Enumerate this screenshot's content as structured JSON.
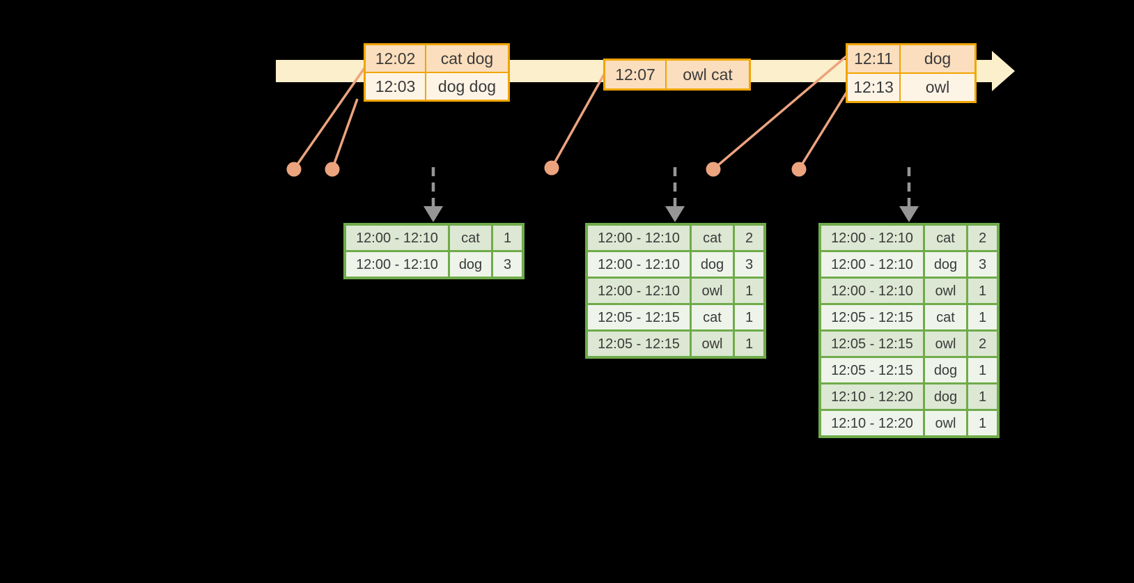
{
  "colors": {
    "background": "#000000",
    "timeline_fill": "#FBF0CB",
    "event_table_border": "#F0A500",
    "event_row_dark": "#FADEBD",
    "event_row_light": "#FEF4E6",
    "marker": "#ECA47E",
    "result_table_border": "#6FAB4A",
    "result_row_dark": "#DCE8D3",
    "result_row_light": "#EFF4EB",
    "trigger_arrow": "#969696",
    "text": "#3A3A3A"
  },
  "event_tables": [
    {
      "rows": [
        {
          "time": "12:02",
          "words": "cat dog"
        },
        {
          "time": "12:03",
          "words": "dog dog"
        }
      ]
    },
    {
      "rows": [
        {
          "time": "12:07",
          "words": "owl cat"
        }
      ]
    },
    {
      "rows": [
        {
          "time": "12:11",
          "words": "dog"
        },
        {
          "time": "12:13",
          "words": "owl"
        }
      ]
    }
  ],
  "result_tables": [
    {
      "rows": [
        {
          "window": "12:00 - 12:10",
          "word": "cat",
          "count": "1"
        },
        {
          "window": "12:00 - 12:10",
          "word": "dog",
          "count": "3"
        }
      ]
    },
    {
      "rows": [
        {
          "window": "12:00 - 12:10",
          "word": "cat",
          "count": "2"
        },
        {
          "window": "12:00 - 12:10",
          "word": "dog",
          "count": "3"
        },
        {
          "window": "12:00 - 12:10",
          "word": "owl",
          "count": "1"
        },
        {
          "window": "12:05 - 12:15",
          "word": "cat",
          "count": "1"
        },
        {
          "window": "12:05 - 12:15",
          "word": "owl",
          "count": "1"
        }
      ]
    },
    {
      "rows": [
        {
          "window": "12:00 - 12:10",
          "word": "cat",
          "count": "2"
        },
        {
          "window": "12:00 - 12:10",
          "word": "dog",
          "count": "3"
        },
        {
          "window": "12:00 - 12:10",
          "word": "owl",
          "count": "1"
        },
        {
          "window": "12:05 - 12:15",
          "word": "cat",
          "count": "1"
        },
        {
          "window": "12:05 - 12:15",
          "word": "owl",
          "count": "2"
        },
        {
          "window": "12:05 - 12:15",
          "word": "dog",
          "count": "1"
        },
        {
          "window": "12:10 - 12:20",
          "word": "dog",
          "count": "1"
        },
        {
          "window": "12:10 - 12:20",
          "word": "owl",
          "count": "1"
        }
      ]
    }
  ]
}
